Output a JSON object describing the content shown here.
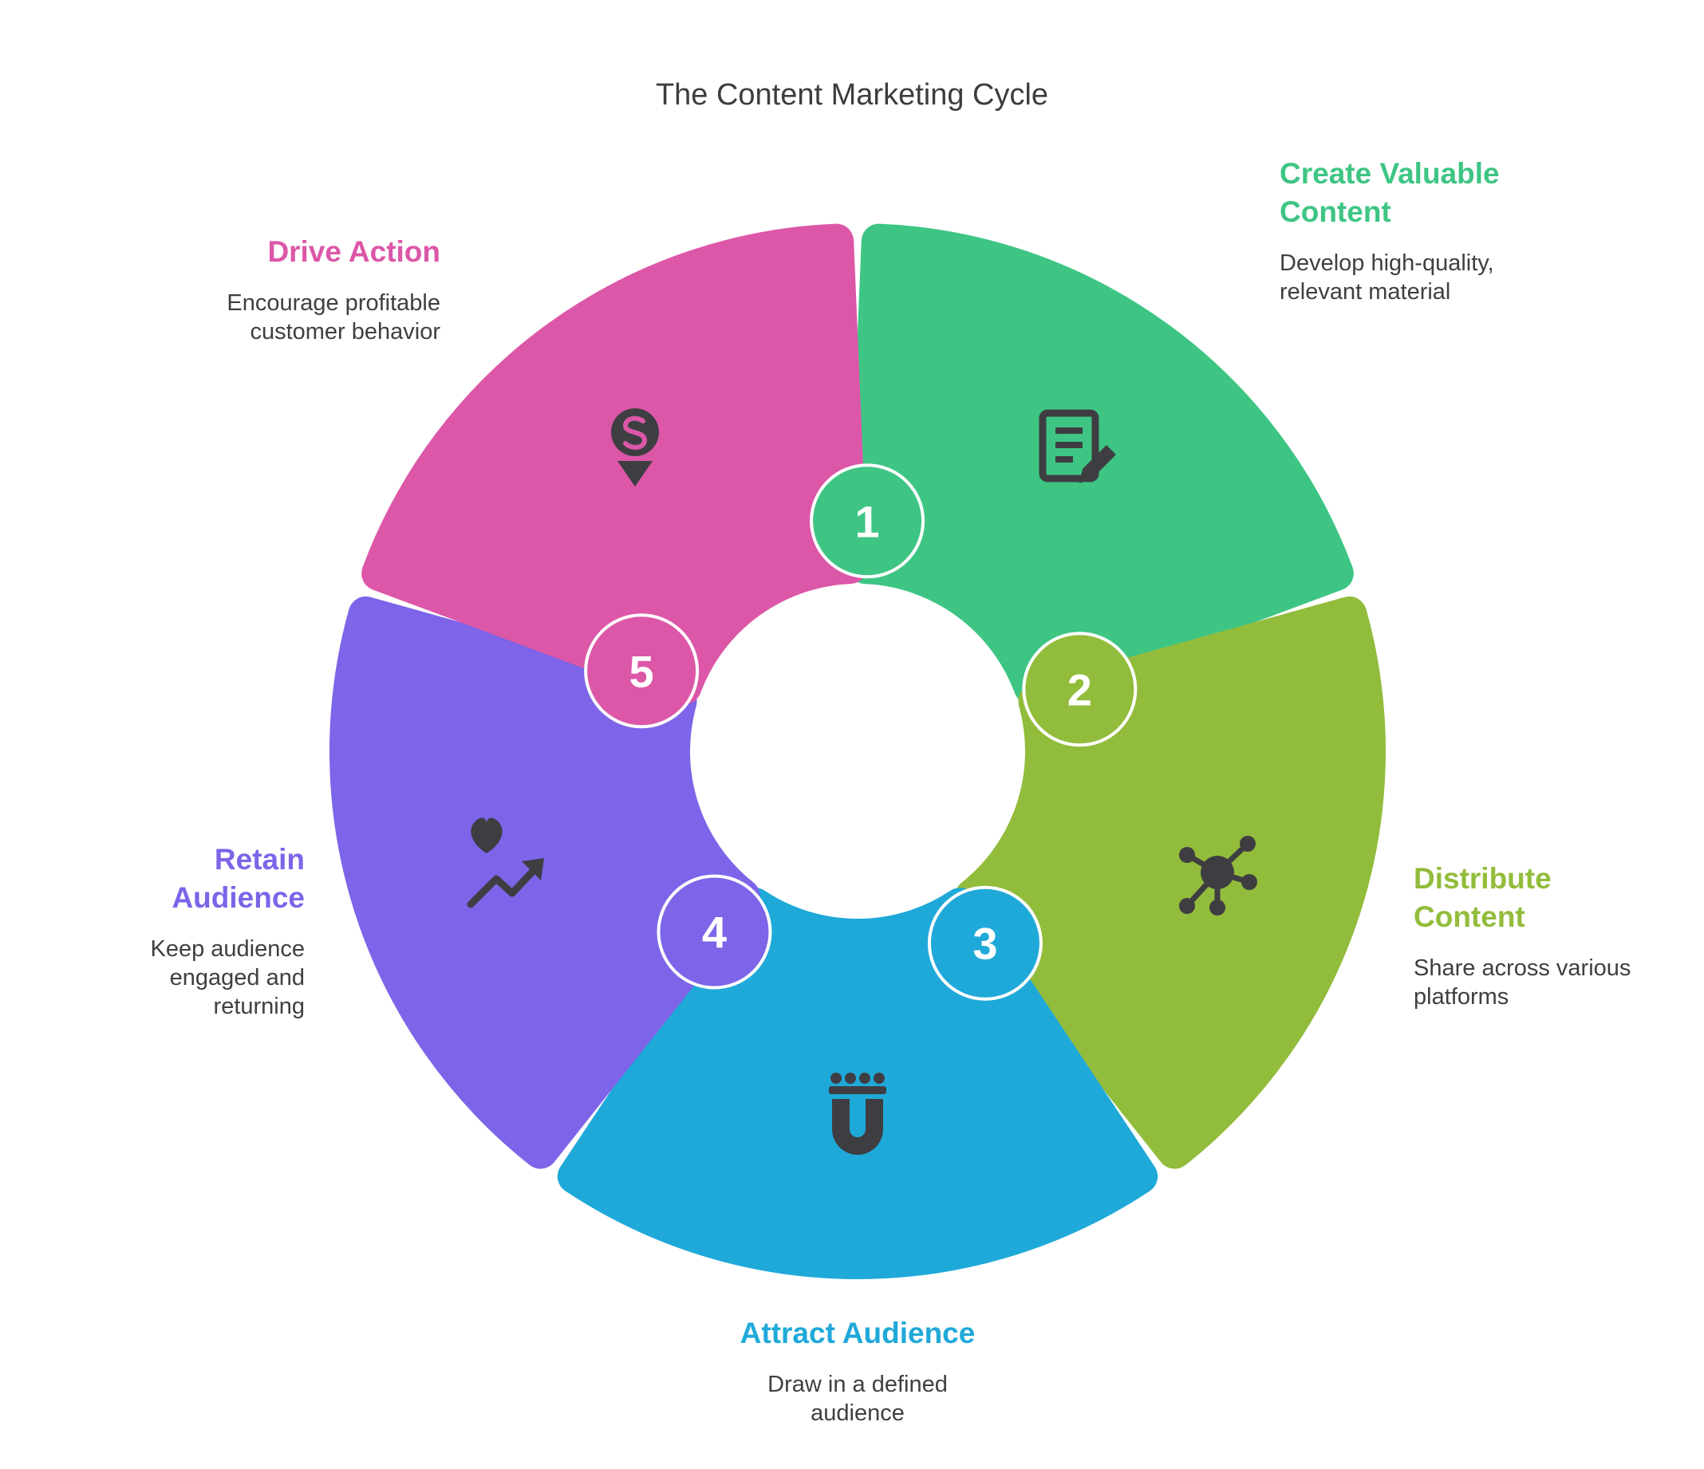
{
  "title": "The Content Marketing Cycle",
  "steps": [
    {
      "number": "1",
      "title": "Create Valuable Content",
      "description": "Develop high-quality, relevant material",
      "color": "#3ec584",
      "icon": "document-edit-icon"
    },
    {
      "number": "2",
      "title": "Distribute Content",
      "description": "Share across various platforms",
      "color": "#92bc3b",
      "icon": "network-hub-icon"
    },
    {
      "number": "3",
      "title": "Attract Audience",
      "description": "Draw in a defined audience",
      "color": "#1fa9d9",
      "icon": "people-magnet-icon"
    },
    {
      "number": "4",
      "title": "Retain Audience",
      "description": "Keep audience engaged and returning",
      "color": "#7d64e8",
      "icon": "heart-trend-icon"
    },
    {
      "number": "5",
      "title": "Drive Action",
      "description": "Encourage profitable customer behavior",
      "color": "#dc57a7",
      "icon": "dollar-pin-icon"
    }
  ],
  "icon_color": "#3e3e42"
}
